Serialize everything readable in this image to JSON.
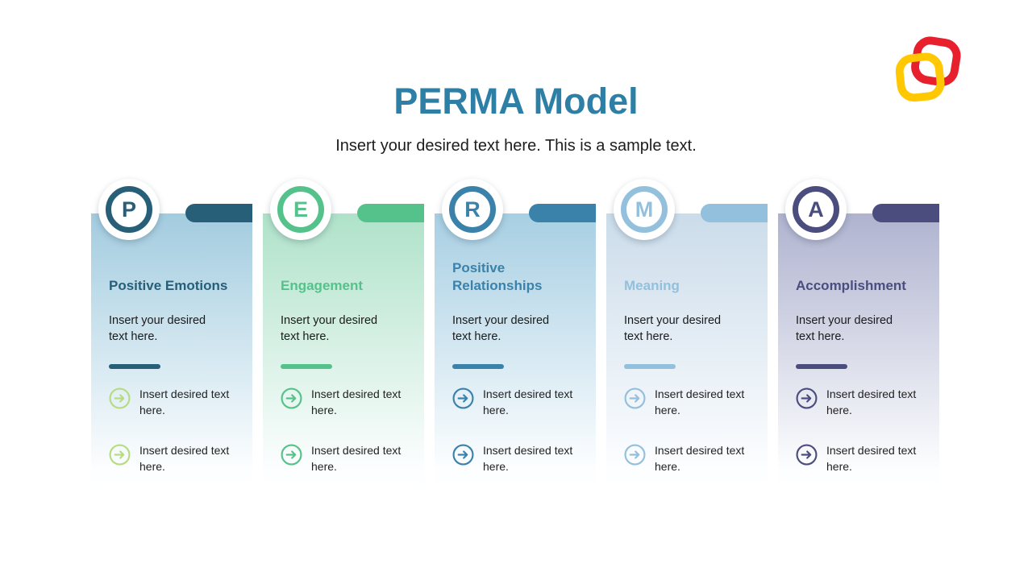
{
  "header": {
    "title": "PERMA Model",
    "subtitle": "Insert your desired text here. This is a sample text.",
    "title_color": "#2E7FA6"
  },
  "logo": {
    "name": "brand-mark",
    "red": "#E8202E",
    "yellow": "#FFC803"
  },
  "cards": [
    {
      "letter": "P",
      "title": "Positive Emotions",
      "body": "Insert your desired text here.",
      "bullets": [
        "Insert desired text here.",
        "Insert desired text here."
      ],
      "accent_color": "#275E78",
      "icon_color": "#B7DB82",
      "bg_top_color": "#A2CCDF"
    },
    {
      "letter": "E",
      "title": "Engagement",
      "body": "Insert your desired text here.",
      "bullets": [
        "Insert desired text here.",
        "Insert desired text here."
      ],
      "accent_color": "#55C28C",
      "icon_color": "#55C28C",
      "bg_top_color": "#AFE2C9"
    },
    {
      "letter": "R",
      "title": "Positive Relationships",
      "body": "Insert your desired text here.",
      "bullets": [
        "Insert desired text here.",
        "Insert desired text here."
      ],
      "accent_color": "#3B82AA",
      "icon_color": "#3B82AA",
      "bg_top_color": "#A7CFE3"
    },
    {
      "letter": "M",
      "title": "Meaning",
      "body": "Insert your desired text here.",
      "bullets": [
        "Insert desired text here.",
        "Insert desired text here."
      ],
      "accent_color": "#93C0DC",
      "icon_color": "#93C0DC",
      "bg_top_color": "#CBDCEA"
    },
    {
      "letter": "A",
      "title": "Accomplishment",
      "body": "Insert your desired text here.",
      "bullets": [
        "Insert desired text here.",
        "Insert desired text here."
      ],
      "accent_color": "#4B4D7E",
      "icon_color": "#4B4D7E",
      "bg_top_color": "#AFB3CF"
    }
  ]
}
